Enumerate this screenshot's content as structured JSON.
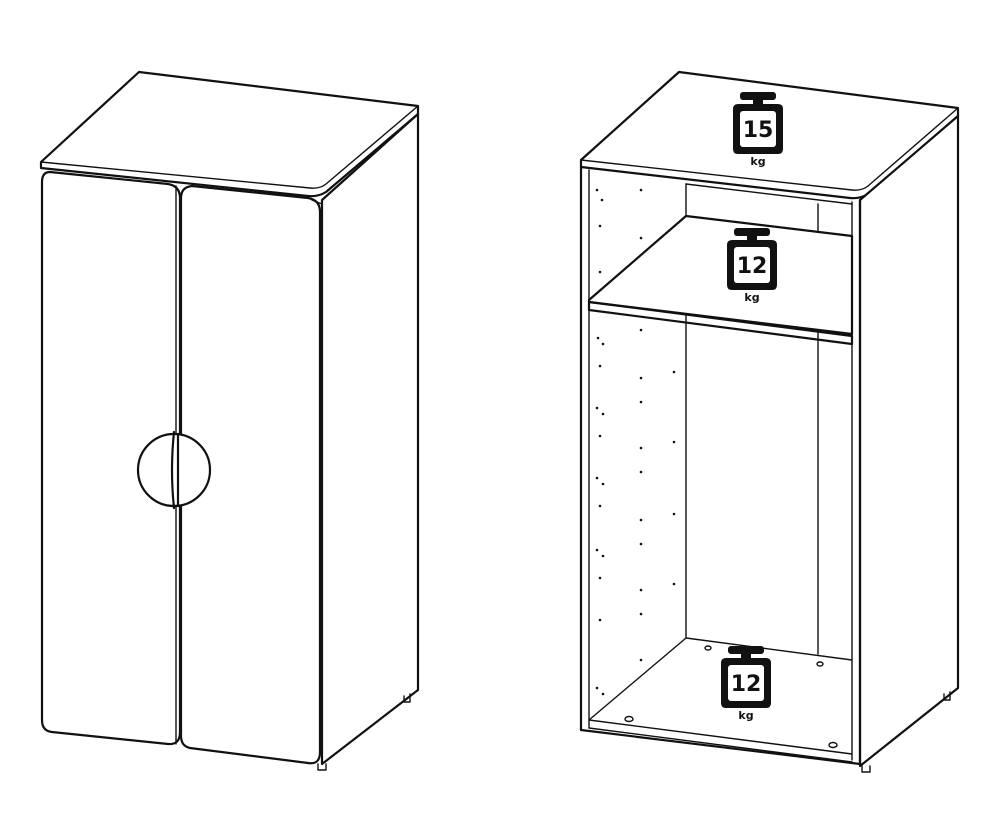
{
  "load_labels": [
    {
      "id": "top",
      "value": "15",
      "unit": "kg"
    },
    {
      "id": "shelf",
      "value": "12",
      "unit": "kg"
    },
    {
      "id": "bottom",
      "value": "12",
      "unit": "kg"
    }
  ]
}
